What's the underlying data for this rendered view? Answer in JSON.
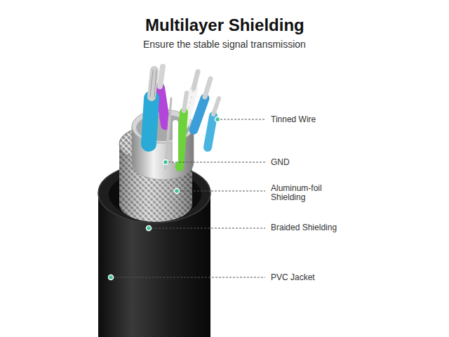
{
  "diagram": {
    "title": "Multilayer Shielding",
    "labels": [
      "Ensure the stable signal transmission",
      "Tinned Wire",
      "GND",
      "Aluminum-foil Shielding",
      "Braided Shielding",
      "PVC Jacket"
    ]
  }
}
